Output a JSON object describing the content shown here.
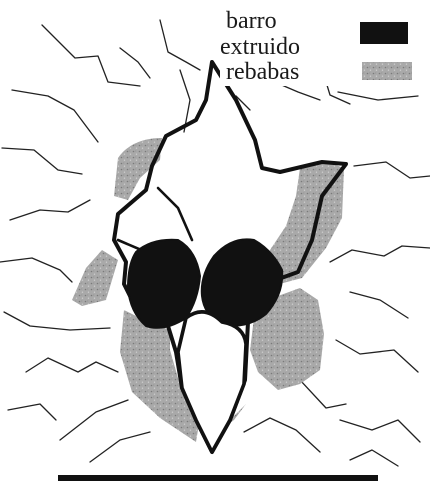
{
  "legend": [
    {
      "id": "barro",
      "label": "barro",
      "swatch": "black"
    },
    {
      "id": "extruido",
      "label": "extruido",
      "swatch": "none"
    },
    {
      "id": "rebabas",
      "label": "rebabas",
      "swatch": "gray"
    }
  ],
  "colors": {
    "background": "#ffffff",
    "outline": "#111111",
    "barro_fill": "#111111",
    "rebabas_fill": "#a9a9a9",
    "crack_line": "#222222"
  }
}
